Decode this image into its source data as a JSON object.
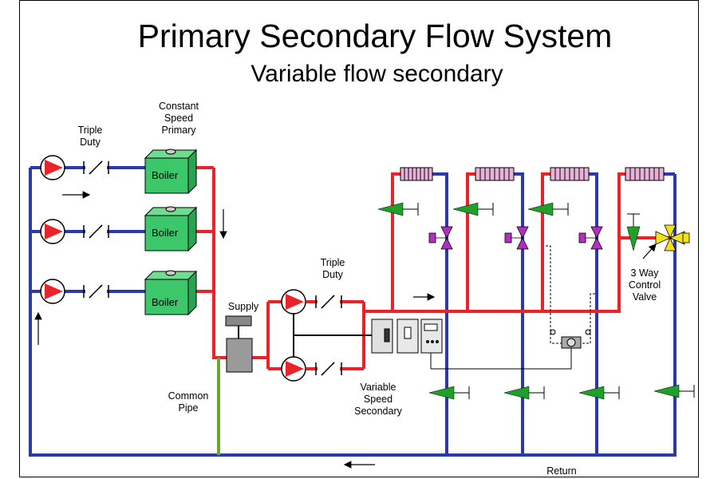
{
  "title": "Primary Secondary Flow System",
  "subtitle": "Variable flow secondary",
  "labels": {
    "constant_speed_primary": "Constant\nSpeed\nPrimary",
    "triple_duty_primary": "Triple\nDuty",
    "triple_duty_secondary": "Triple\nDuty",
    "supply": "Supply",
    "common_pipe": "Common\nPipe",
    "variable_speed_secondary": "Variable\nSpeed\nSecondary",
    "three_way_control_valve": "3 Way\nControl\nValve",
    "return": "Return"
  },
  "boilers": [
    "Boiler",
    "Boiler",
    "Boiler"
  ],
  "colors": {
    "supply_pipe": "#e8242a",
    "return_pipe": "#2b3aa8",
    "common_pipe": "#6aa62a",
    "boiler": "#3cc86a",
    "pump": "#e8242a",
    "balancing_valve": "#1fa02a",
    "control_valve": "#b02fbf",
    "three_way_valve": "#f2e21a",
    "coil": "#e8b3d9"
  }
}
